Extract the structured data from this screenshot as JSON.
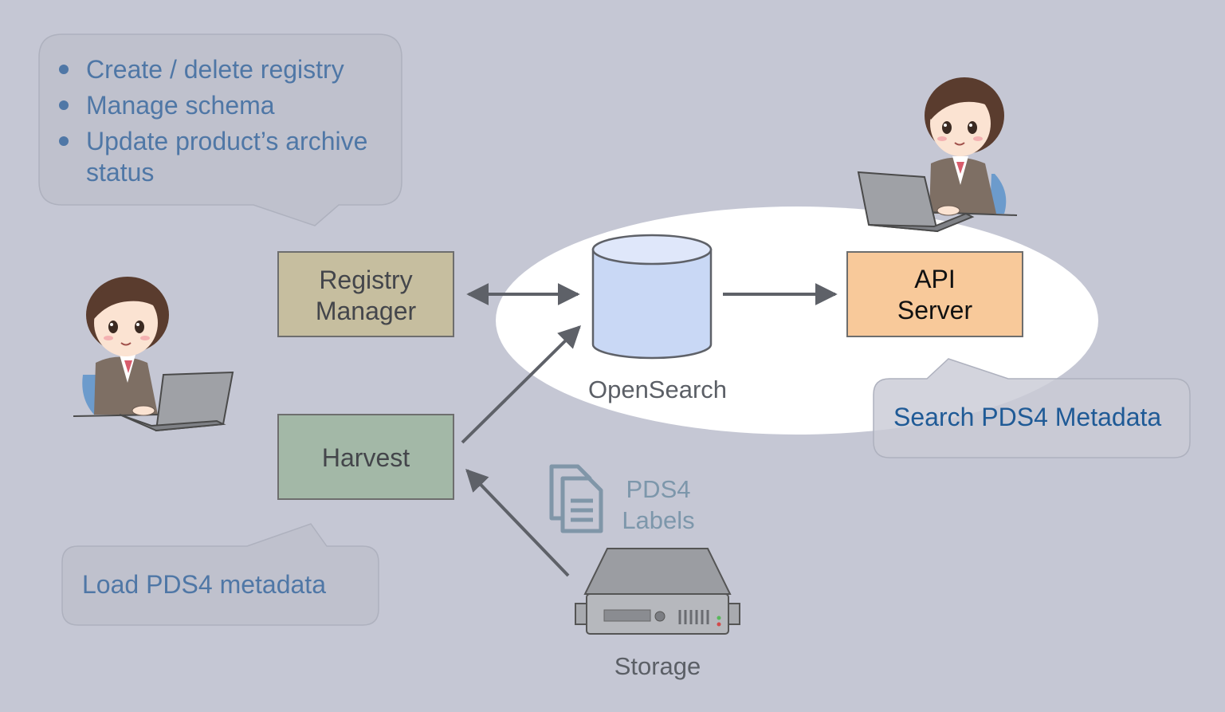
{
  "admin_bubble": {
    "items": [
      {
        "lines": [
          "Create / delete registry"
        ]
      },
      {
        "lines": [
          "Manage schema"
        ]
      },
      {
        "lines": [
          "Update product’s archive",
          "status"
        ]
      }
    ]
  },
  "load_bubble": {
    "text": "Load PDS4 metadata"
  },
  "search_bubble": {
    "text": "Search PDS4 Metadata"
  },
  "components": {
    "registry_manager": {
      "line1": "Registry",
      "line2": "Manager",
      "color": "#c6be9f"
    },
    "harvest": {
      "label": "Harvest",
      "color": "#a3b8a7"
    },
    "opensearch": {
      "label": "OpenSearch",
      "color": "#c9d8f5"
    },
    "api_server": {
      "line1": "API",
      "line2": "Server",
      "color": "#f8c99a"
    },
    "storage": {
      "label": "Storage"
    },
    "pds4_labels": {
      "line1": "PDS4",
      "line2": "Labels"
    }
  },
  "icons": {
    "admin_user": "woman-with-laptop-icon",
    "search_user": "woman-with-laptop-icon",
    "documents": "documents-icon",
    "server": "server-icon",
    "database": "database-cylinder-icon"
  },
  "colors": {
    "background": "#c5c7d4",
    "highlight": "#ffffff",
    "bubble_fill": "#bfc1cd",
    "bubble_text": "#4f77a6",
    "search_text": "#1f5a96",
    "label_gray": "#5b5f66",
    "pds4_text": "#7d97ab",
    "arrow": "#5e6168"
  }
}
